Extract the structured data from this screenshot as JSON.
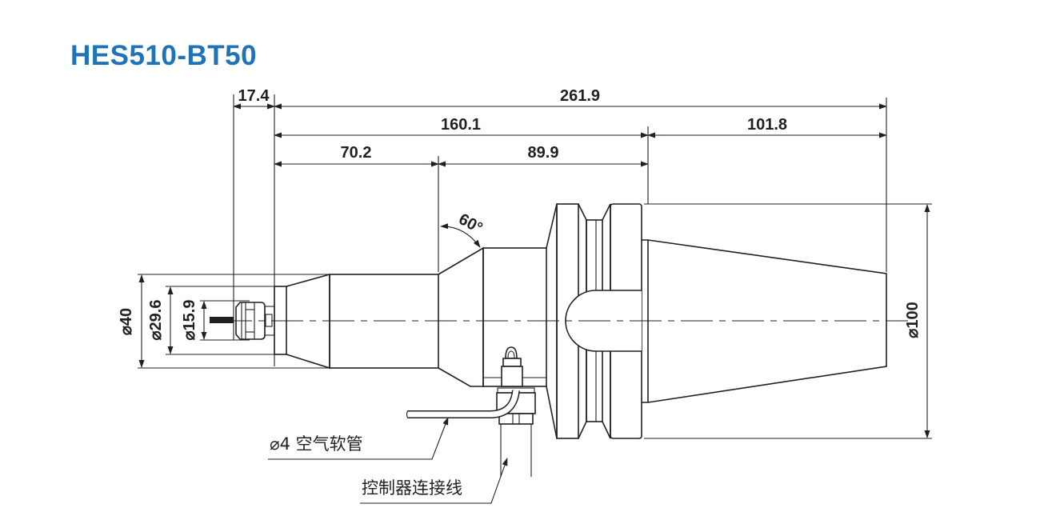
{
  "title": "HES510-BT50",
  "brand_color": "#1f73b7",
  "line_color": "#231f20",
  "dimensions": {
    "horizontal": {
      "stylus_offset": "17.4",
      "overall_length": "261.9",
      "body_length": "160.1",
      "taper_length": "101.8",
      "front_section": "70.2",
      "mid_section": "89.9"
    },
    "diameters": {
      "body": "⌀40",
      "collar": "⌀29.6",
      "probe_head": "⌀15.9",
      "flange": "⌀100"
    },
    "angle": "60°"
  },
  "callouts": {
    "air_hose": "⌀4 空气软管",
    "controller_cable": "控制器连接线"
  }
}
